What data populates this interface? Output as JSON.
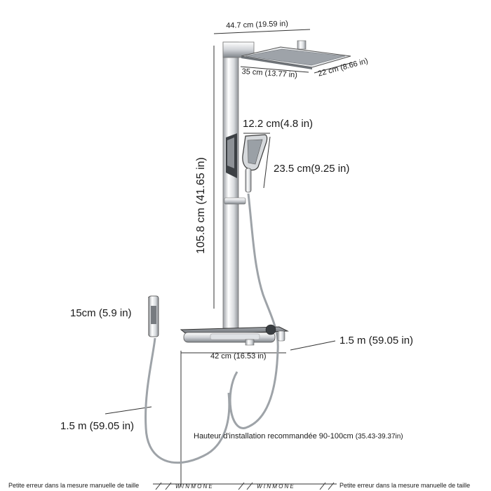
{
  "dimensions": {
    "top_width": "44.7 cm (19.59 in)",
    "head_length": "35 cm (13.77 in)",
    "head_width": "22 cm (8.66 in)",
    "hand_width": "12.2 cm(4.8 in)",
    "hand_length": "23.5 cm(9.25 in)",
    "height": "105.8 cm (41.65 in)",
    "handle_length": "15cm (5.9 in)",
    "hose_right": "1.5 m (59.05 in)",
    "shelf_width": "42 cm (16.53 in)",
    "hose_left": "1.5 m (59.05 in)"
  },
  "install_note": "Hauteur d'installation recommandée 90-100cm",
  "install_note_in": "(35.43-39.37in)",
  "footer": {
    "left_note": "Petite erreur dans la mesure manuelle de taille",
    "right_note": "Petite erreur dans la mesure manuelle de taille",
    "brand_left": "W I N M O N E",
    "brand_right": "W I N M O N E"
  },
  "colors": {
    "chrome": "#c9ccd0",
    "chrome_dark": "#6e7378",
    "outline": "#3a3a3a",
    "panel": "#8e939a",
    "line": "#333333"
  }
}
